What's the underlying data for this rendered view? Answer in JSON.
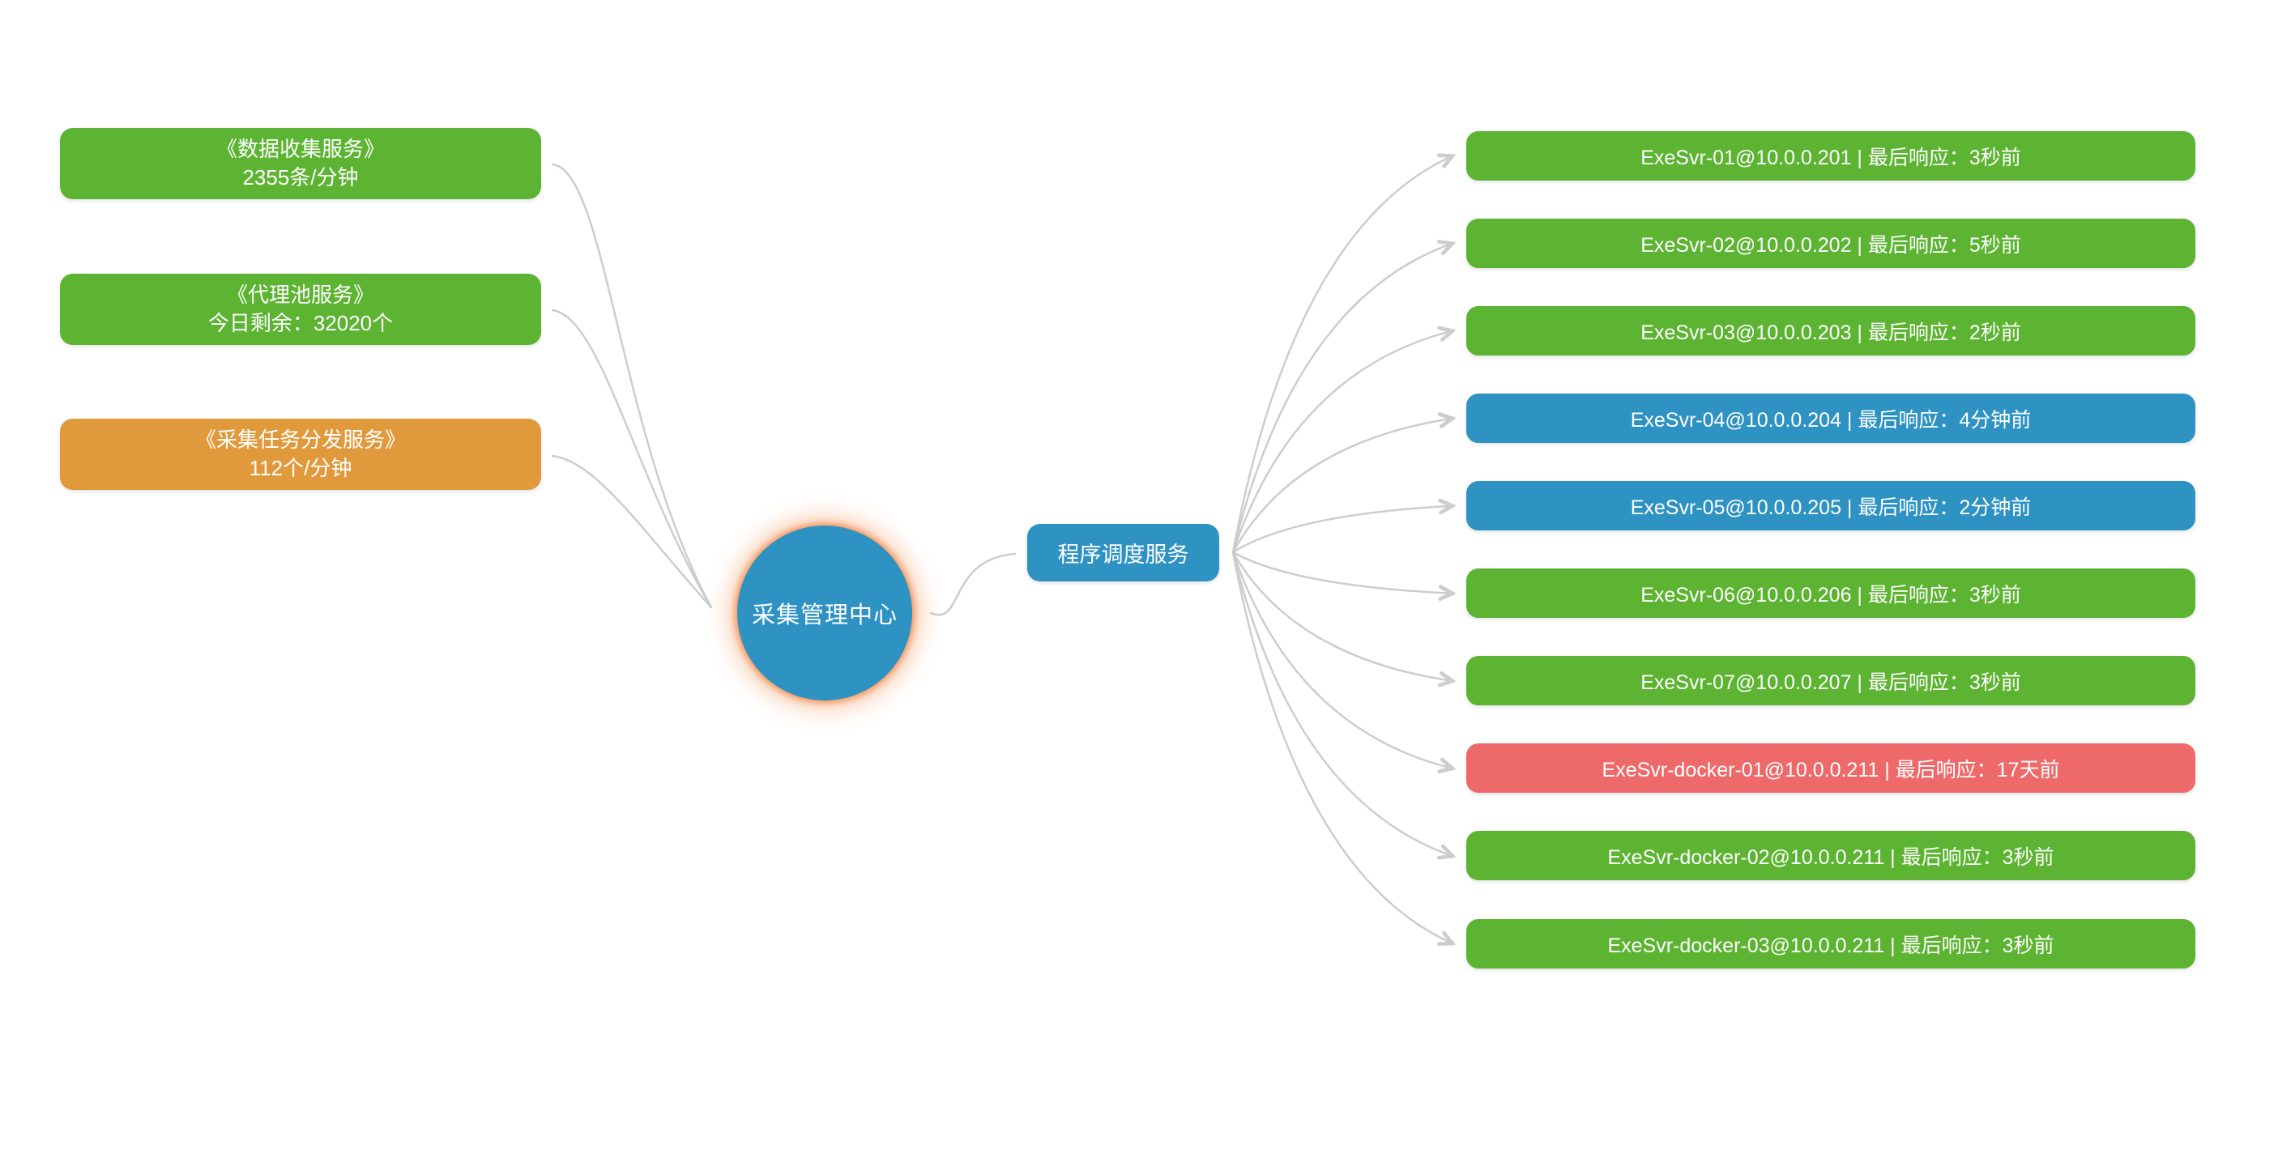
{
  "page": {
    "background": "#ffffff"
  },
  "status_colors": {
    "green": "#5cb432",
    "blue": "#2e92c3",
    "red": "#ee6a6a",
    "orange": "#e09a3c"
  },
  "connector_color": "#cdcdcd",
  "center_node": {
    "label": "采集管理中心",
    "color": "#2e92c3",
    "glow_color": "#f2915c"
  },
  "scheduler_node": {
    "label": "程序调度服务",
    "color": "#2e92c3"
  },
  "left_services": [
    {
      "title": "《数据收集服务》",
      "metric": "2355条/分钟",
      "status": "green"
    },
    {
      "title": "《代理池服务》",
      "metric": "今日剩余：32020个",
      "status": "green"
    },
    {
      "title": "《采集任务分发服务》",
      "metric": "112个/分钟",
      "status": "orange"
    }
  ],
  "servers": [
    {
      "name": "ExeSvr-01",
      "address": "10.0.0.201",
      "last_response": "3秒前",
      "status": "green",
      "label": "ExeSvr-01@10.0.0.201 | 最后响应：3秒前"
    },
    {
      "name": "ExeSvr-02",
      "address": "10.0.0.202",
      "last_response": "5秒前",
      "status": "green",
      "label": "ExeSvr-02@10.0.0.202 | 最后响应：5秒前"
    },
    {
      "name": "ExeSvr-03",
      "address": "10.0.0.203",
      "last_response": "2秒前",
      "status": "green",
      "label": "ExeSvr-03@10.0.0.203 | 最后响应：2秒前"
    },
    {
      "name": "ExeSvr-04",
      "address": "10.0.0.204",
      "last_response": "4分钟前",
      "status": "blue",
      "label": "ExeSvr-04@10.0.0.204 | 最后响应：4分钟前"
    },
    {
      "name": "ExeSvr-05",
      "address": "10.0.0.205",
      "last_response": "2分钟前",
      "status": "blue",
      "label": "ExeSvr-05@10.0.0.205 | 最后响应：2分钟前"
    },
    {
      "name": "ExeSvr-06",
      "address": "10.0.0.206",
      "last_response": "3秒前",
      "status": "green",
      "label": "ExeSvr-06@10.0.0.206 | 最后响应：3秒前"
    },
    {
      "name": "ExeSvr-07",
      "address": "10.0.0.207",
      "last_response": "3秒前",
      "status": "green",
      "label": "ExeSvr-07@10.0.0.207 | 最后响应：3秒前"
    },
    {
      "name": "ExeSvr-docker-01",
      "address": "10.0.0.211",
      "last_response": "17天前",
      "status": "red",
      "label": "ExeSvr-docker-01@10.0.0.211 | 最后响应：17天前"
    },
    {
      "name": "ExeSvr-docker-02",
      "address": "10.0.0.211",
      "last_response": "3秒前",
      "status": "green",
      "label": "ExeSvr-docker-02@10.0.0.211 | 最后响应：3秒前"
    },
    {
      "name": "ExeSvr-docker-03",
      "address": "10.0.0.211",
      "last_response": "3秒前",
      "status": "green",
      "label": "ExeSvr-docker-03@10.0.0.211 | 最后响应：3秒前"
    }
  ]
}
